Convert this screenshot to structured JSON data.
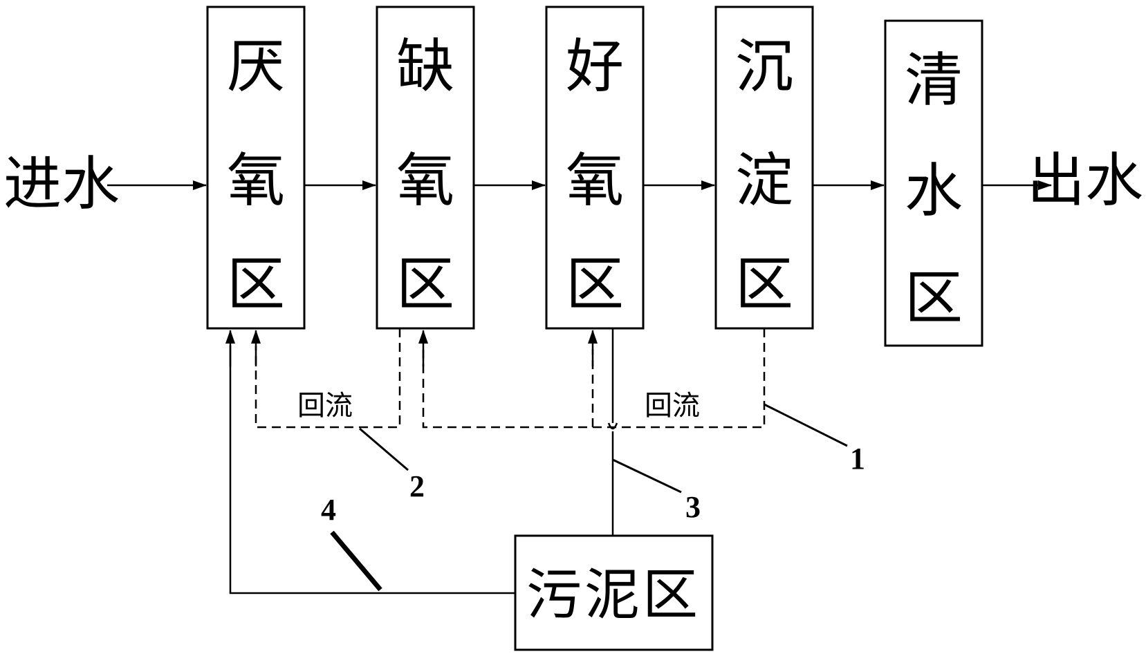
{
  "inlet": "进水",
  "outlet": "出水",
  "zones": [
    {
      "chars": [
        "厌",
        "氧",
        "区"
      ]
    },
    {
      "chars": [
        "缺",
        "氧",
        "区"
      ]
    },
    {
      "chars": [
        "好",
        "氧",
        "区"
      ]
    },
    {
      "chars": [
        "沉",
        "淀",
        "区"
      ]
    },
    {
      "chars": [
        "清",
        "水",
        "区"
      ]
    }
  ],
  "sludge": "污泥区",
  "reflux_labels": [
    "回流",
    "回流"
  ],
  "line_numbers": [
    "1",
    "2",
    "3",
    "4"
  ]
}
